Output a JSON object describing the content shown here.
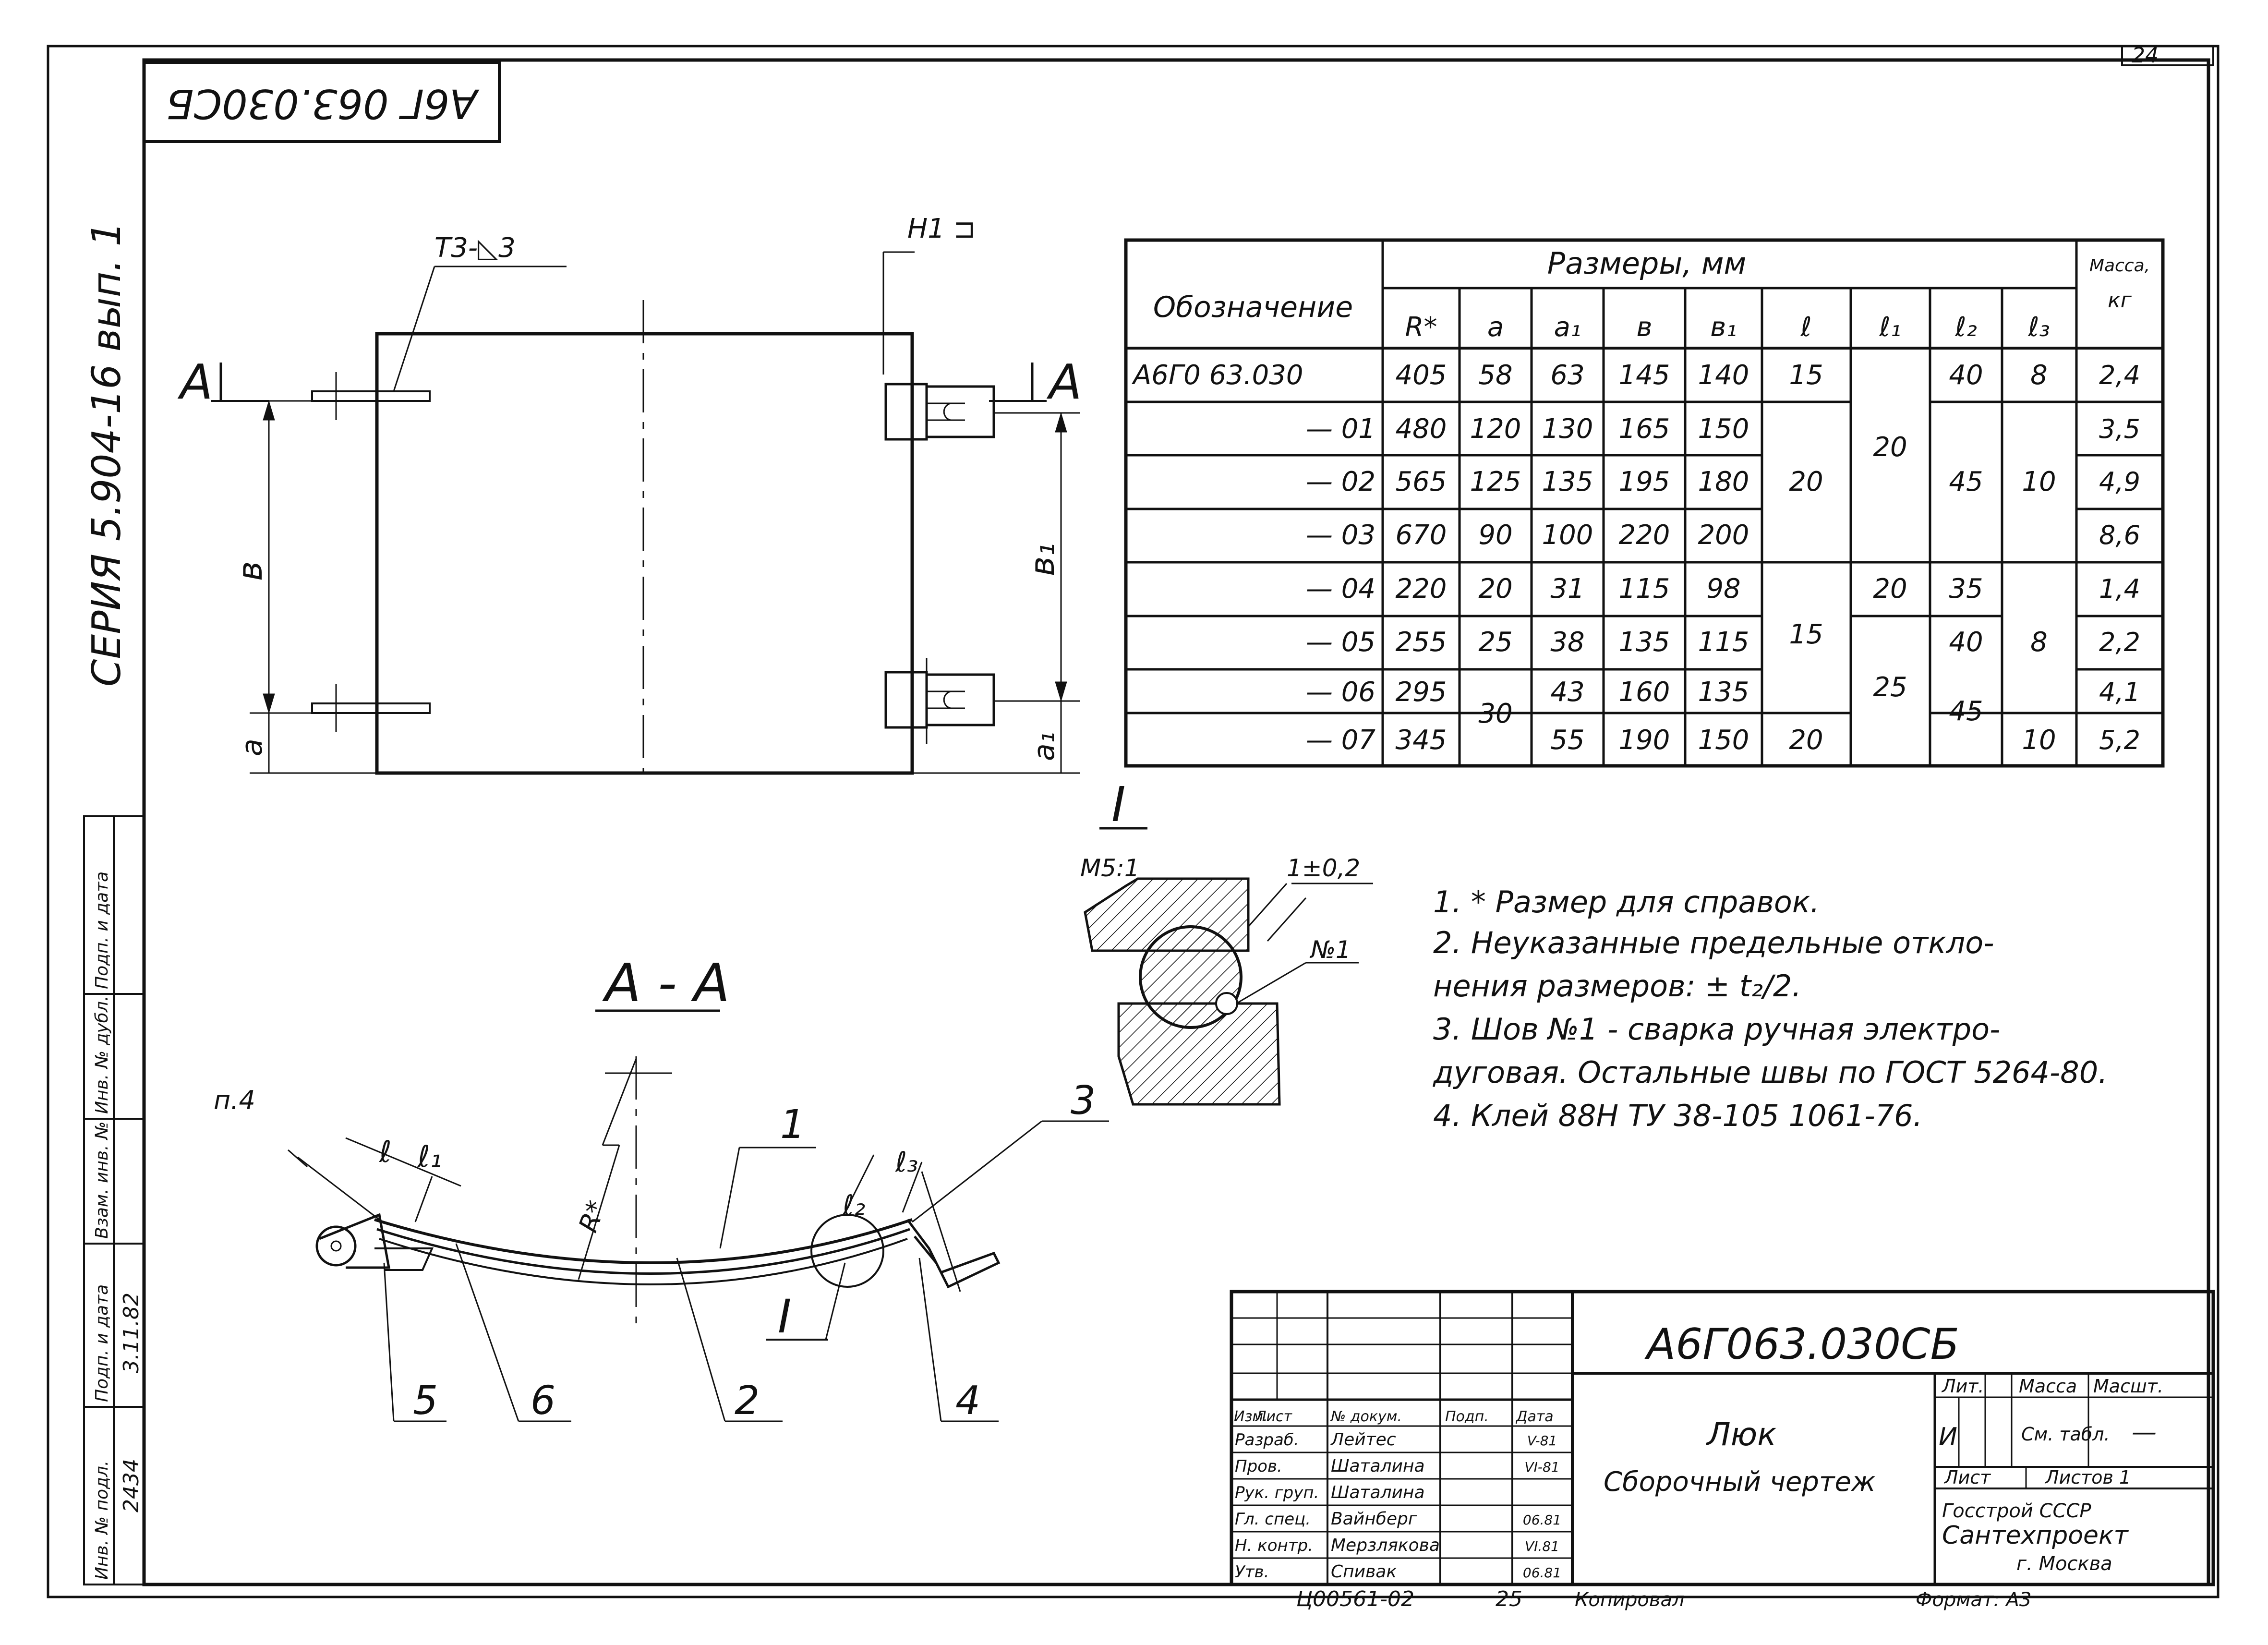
{
  "page_number": "24",
  "doc_code_box": "А6Г 063.030СБ",
  "series_margin": "СЕРИЯ 5.904-16 вып. 1",
  "weld_symbol": "Т3-◺3",
  "weld_symbol_h1": "Н1 ⊐",
  "label_section_a": "А",
  "dim_b": "в",
  "dim_b1": "в₁",
  "dim_a": "а",
  "dim_a1": "а₁",
  "table": {
    "header_designation": "Обозначение",
    "header_sizes": "Размеры, мм",
    "header_mass": "Масса, кг",
    "columns": [
      "R*",
      "а",
      "а₁",
      "в",
      "в₁",
      "ℓ",
      "ℓ₁",
      "ℓ₂",
      "ℓ₃"
    ],
    "rows": [
      {
        "d": "А6Г0 63.030",
        "R": "405",
        "a": "58",
        "a1": "63",
        "b": "145",
        "b1": "140",
        "m": "2,4"
      },
      {
        "d": "— 01",
        "R": "480",
        "a": "120",
        "a1": "130",
        "b": "165",
        "b1": "150",
        "m": "3,5"
      },
      {
        "d": "— 02",
        "R": "565",
        "a": "125",
        "a1": "135",
        "b": "195",
        "b1": "180",
        "m": "4,9"
      },
      {
        "d": "— 03",
        "R": "670",
        "a": "90",
        "a1": "100",
        "b": "220",
        "b1": "200",
        "m": "8,6"
      },
      {
        "d": "— 04",
        "R": "220",
        "a": "20",
        "a1": "31",
        "b": "115",
        "b1": "98",
        "m": "1,4"
      },
      {
        "d": "— 05",
        "R": "255",
        "a": "25",
        "a1": "38",
        "b": "135",
        "b1": "115",
        "m": "2,2"
      },
      {
        "d": "— 06",
        "R": "295",
        "a": "30",
        "a1": "43",
        "b": "160",
        "b1": "135",
        "m": "4,1"
      },
      {
        "d": "— 07",
        "R": "345",
        "a": "",
        "a1": "55",
        "b": "190",
        "b1": "150",
        "m": "5,2"
      }
    ],
    "merged": {
      "l_15_top": "15",
      "l_20_mid": "20",
      "l_15_low": "15",
      "l_20_last": "20",
      "l1_20_top": "20",
      "l1_20_04": "20",
      "l1_25": "25",
      "l2_40_top": "40",
      "l2_45_mid": "45",
      "l2_35": "35",
      "l2_40_05": "40",
      "l2_45_low": "45",
      "l3_8_top": "8",
      "l3_10_mid": "10",
      "l3_8_low": "8",
      "l3_10_last": "10"
    }
  },
  "detail_label": "I",
  "detail_scale": "М5:1",
  "detail_tolerance": "1±0,2",
  "detail_weld": "№1",
  "section_title": "А - А",
  "section_n4": "п.4",
  "section_l": "ℓ",
  "section_l1": "ℓ₁",
  "section_l2": "ℓ₂",
  "section_l3": "ℓ₃",
  "section_r": "R*",
  "callouts": [
    "1",
    "2",
    "3",
    "4",
    "5",
    "6"
  ],
  "callout_detail": "I",
  "notes": [
    "1. * Размер для справок.",
    "2. Неуказанные предельные откло-",
    "нения размеров: ± t₂/2.",
    "3. Шов №1 - сварка ручная электро-",
    "дуговая. Остальные швы по ГОСТ 5264-80.",
    "4. Клей 88Н ТУ 38-105 1061-76."
  ],
  "left_strip": {
    "inv_podl": "Инв. № подл.",
    "inv_value": "2434",
    "podp_data": "Подп. и дата",
    "podp_value": "3.11.82",
    "vzam": "Взам. инв. №",
    "inv_dubl": "Инв. № дубл.",
    "podp_data2": "Подп. и дата"
  },
  "title_block": {
    "code": "А6Г063.030СБ",
    "name_line1": "Люк",
    "name_line2": "Сборочный чертеж",
    "lit_label": "Лит.",
    "mass_label": "Масса",
    "scale_label": "Масшт.",
    "lit_value": "И",
    "mass_value": "См. табл.",
    "scale_value": "—",
    "sheet_label": "Лист",
    "sheets_label": "Листов 1",
    "org1": "Госстрой СССР",
    "org2": "Сантехпроект",
    "org3": "г. Москва",
    "head": [
      "Изм.",
      "Лист",
      "№ докум.",
      "Подп.",
      "Дата"
    ],
    "people": [
      {
        "role": "Разраб.",
        "name": "Лейтес",
        "date": "V-81"
      },
      {
        "role": "Пров.",
        "name": "Шаталина",
        "date": "VI-81"
      },
      {
        "role": "Рук. груп.",
        "name": "Шаталина",
        "date": ""
      },
      {
        "role": "Гл. спец.",
        "name": "Вайнберг",
        "date": "06.81"
      },
      {
        "role": "Н. контр.",
        "name": "Мерзлякова",
        "date": "VI.81"
      },
      {
        "role": "Утв.",
        "name": "Спивак",
        "date": "06.81"
      }
    ]
  },
  "footer": {
    "inv": "Ц00561-02",
    "num": "25",
    "copied": "Копировал",
    "format": "Формат: А3"
  }
}
